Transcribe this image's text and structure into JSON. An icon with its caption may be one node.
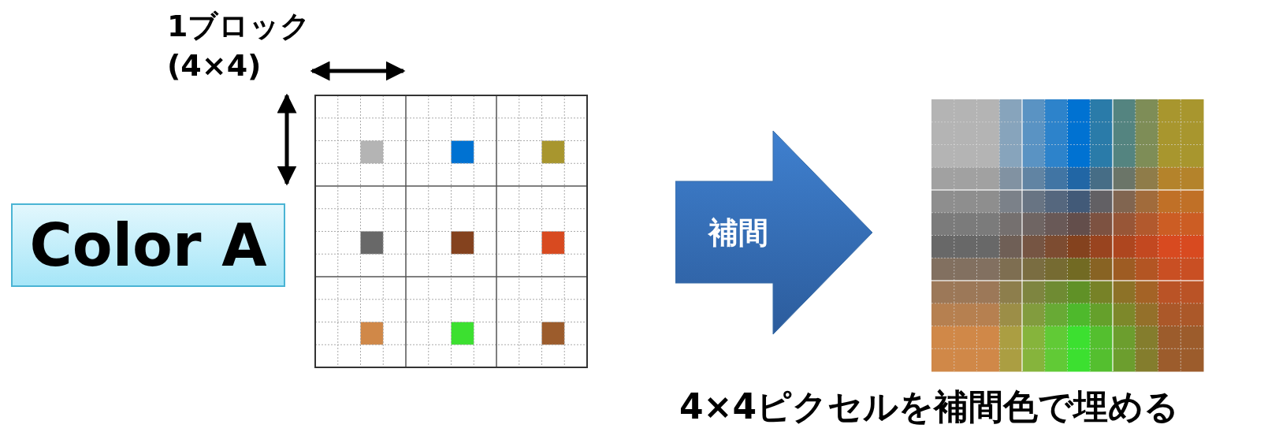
{
  "diagram": {
    "nodes": [
      {
        "text": [
          "Color A"
        ]
      },
      {
        "text": [
          "補間"
        ]
      }
    ],
    "edges": [],
    "labels": [
      "1ブロック (4×4)",
      "4×4ピクセルを補間色で埋める"
    ]
  }
}
